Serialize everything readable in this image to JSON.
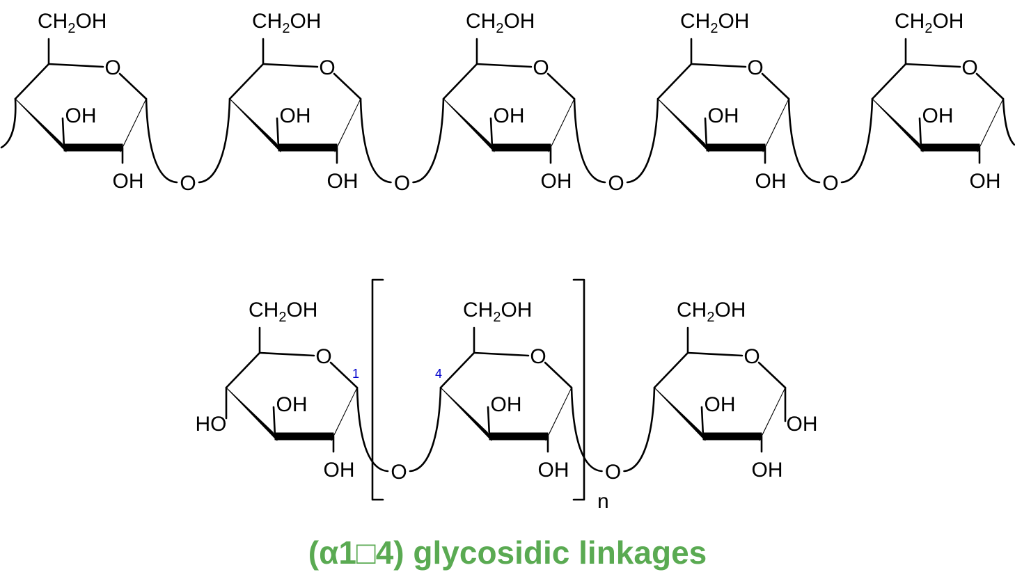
{
  "labels": {
    "ch2oh_prefix": "CH",
    "ch2oh_subscript": "2",
    "ch2oh_suffix": "OH",
    "ring_oxygen": "O",
    "hydroxyl": "OH",
    "hydroxyl_left": "HO",
    "bridge_oxygen": "O",
    "repeat_count": "n",
    "carbon_1": "1",
    "carbon_4": "4"
  },
  "caption": "(α1□4) glycosidic linkages",
  "colors": {
    "bond": "#000000",
    "linkage": "#3a7a33",
    "carbon_number": "#0000cc",
    "caption": "#5aaa52"
  }
}
